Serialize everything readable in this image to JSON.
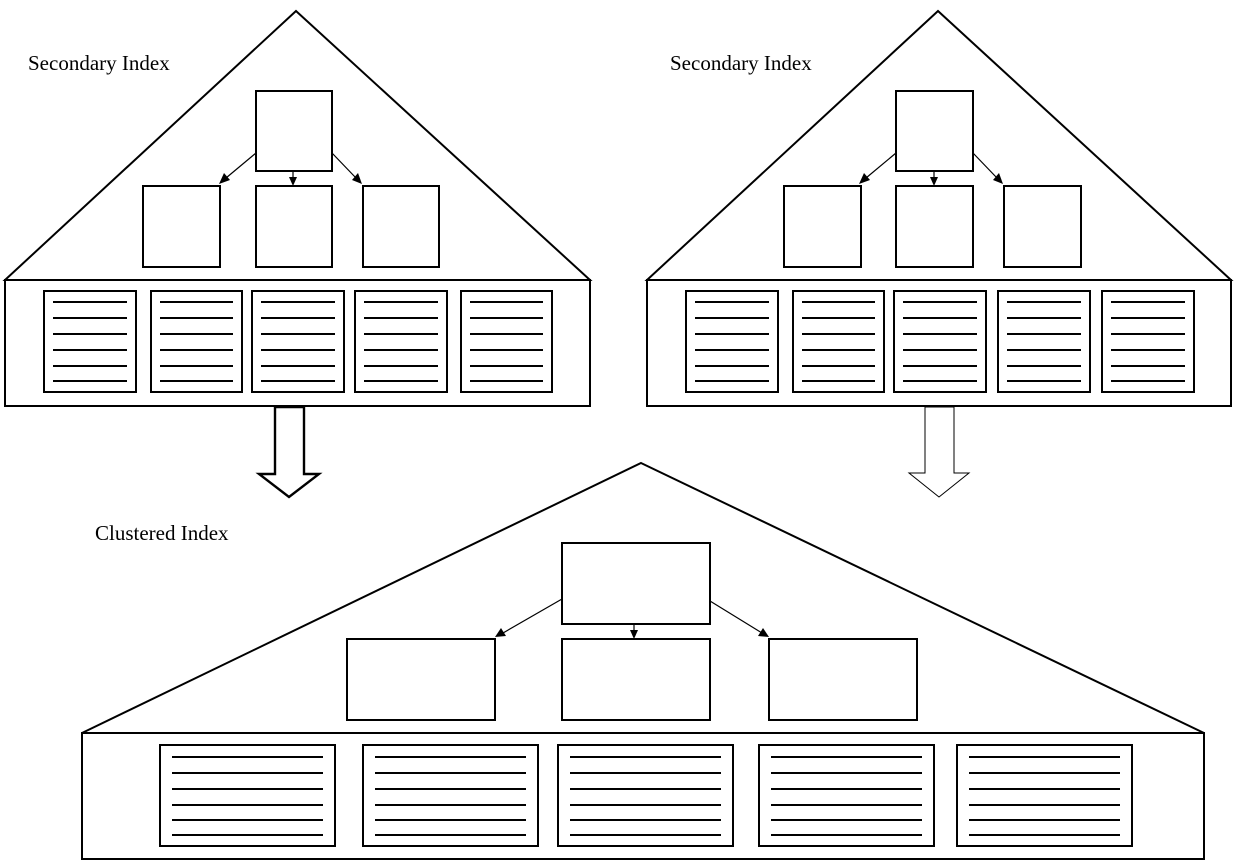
{
  "diagram": {
    "top_left": {
      "title": "Secondary Index",
      "node_count": 4,
      "leaf_page_count": 5,
      "arrow_style": "filled"
    },
    "top_right": {
      "title": "Secondary Index",
      "node_count": 4,
      "leaf_page_count": 5,
      "arrow_style": "outline"
    },
    "bottom": {
      "title": "Clustered Index",
      "node_count": 4,
      "leaf_page_count": 5
    }
  },
  "colors": {
    "stroke": "#000000",
    "background": "#ffffff"
  }
}
